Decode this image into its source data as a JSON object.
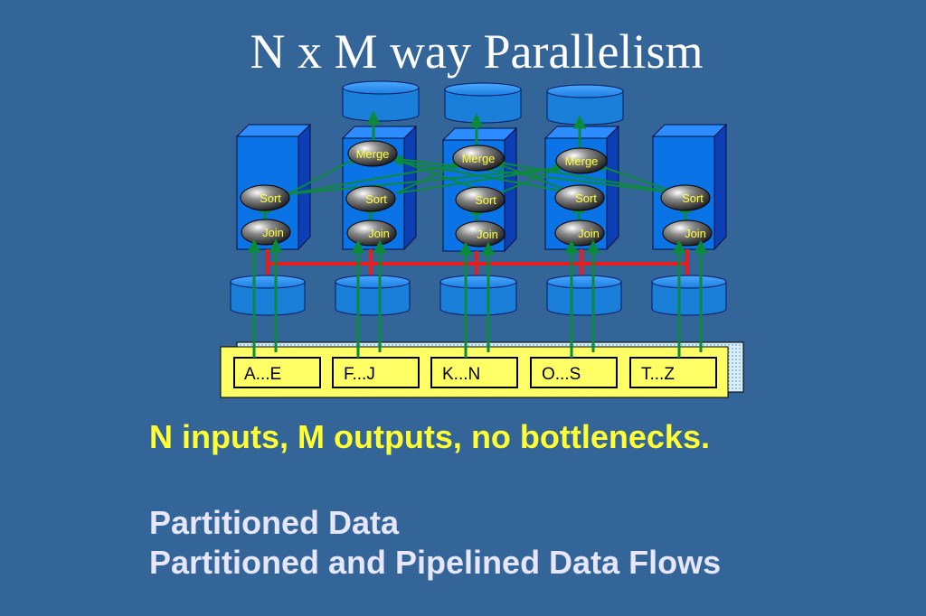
{
  "slide": {
    "title": "N x M way Parallelism",
    "tagline": "N inputs, M outputs, no bottlenecks.",
    "bullets": [
      "Partitioned Data",
      "Partitioned and Pipelined Data Flows"
    ]
  },
  "diagram": {
    "merge_label": "Merge",
    "sort_label": "Sort",
    "join_label": "Join",
    "partitions": [
      "A...E",
      "F...J",
      "K...N",
      "O...S",
      "T...Z"
    ],
    "colors": {
      "background": "#346598",
      "server": "#0a73e6",
      "disk": "#1a7fd9",
      "arrow": "#0a8a3a",
      "interconnect": "#e81e1e",
      "label": "#ffff33",
      "partition_panel": "#ffff66"
    }
  }
}
